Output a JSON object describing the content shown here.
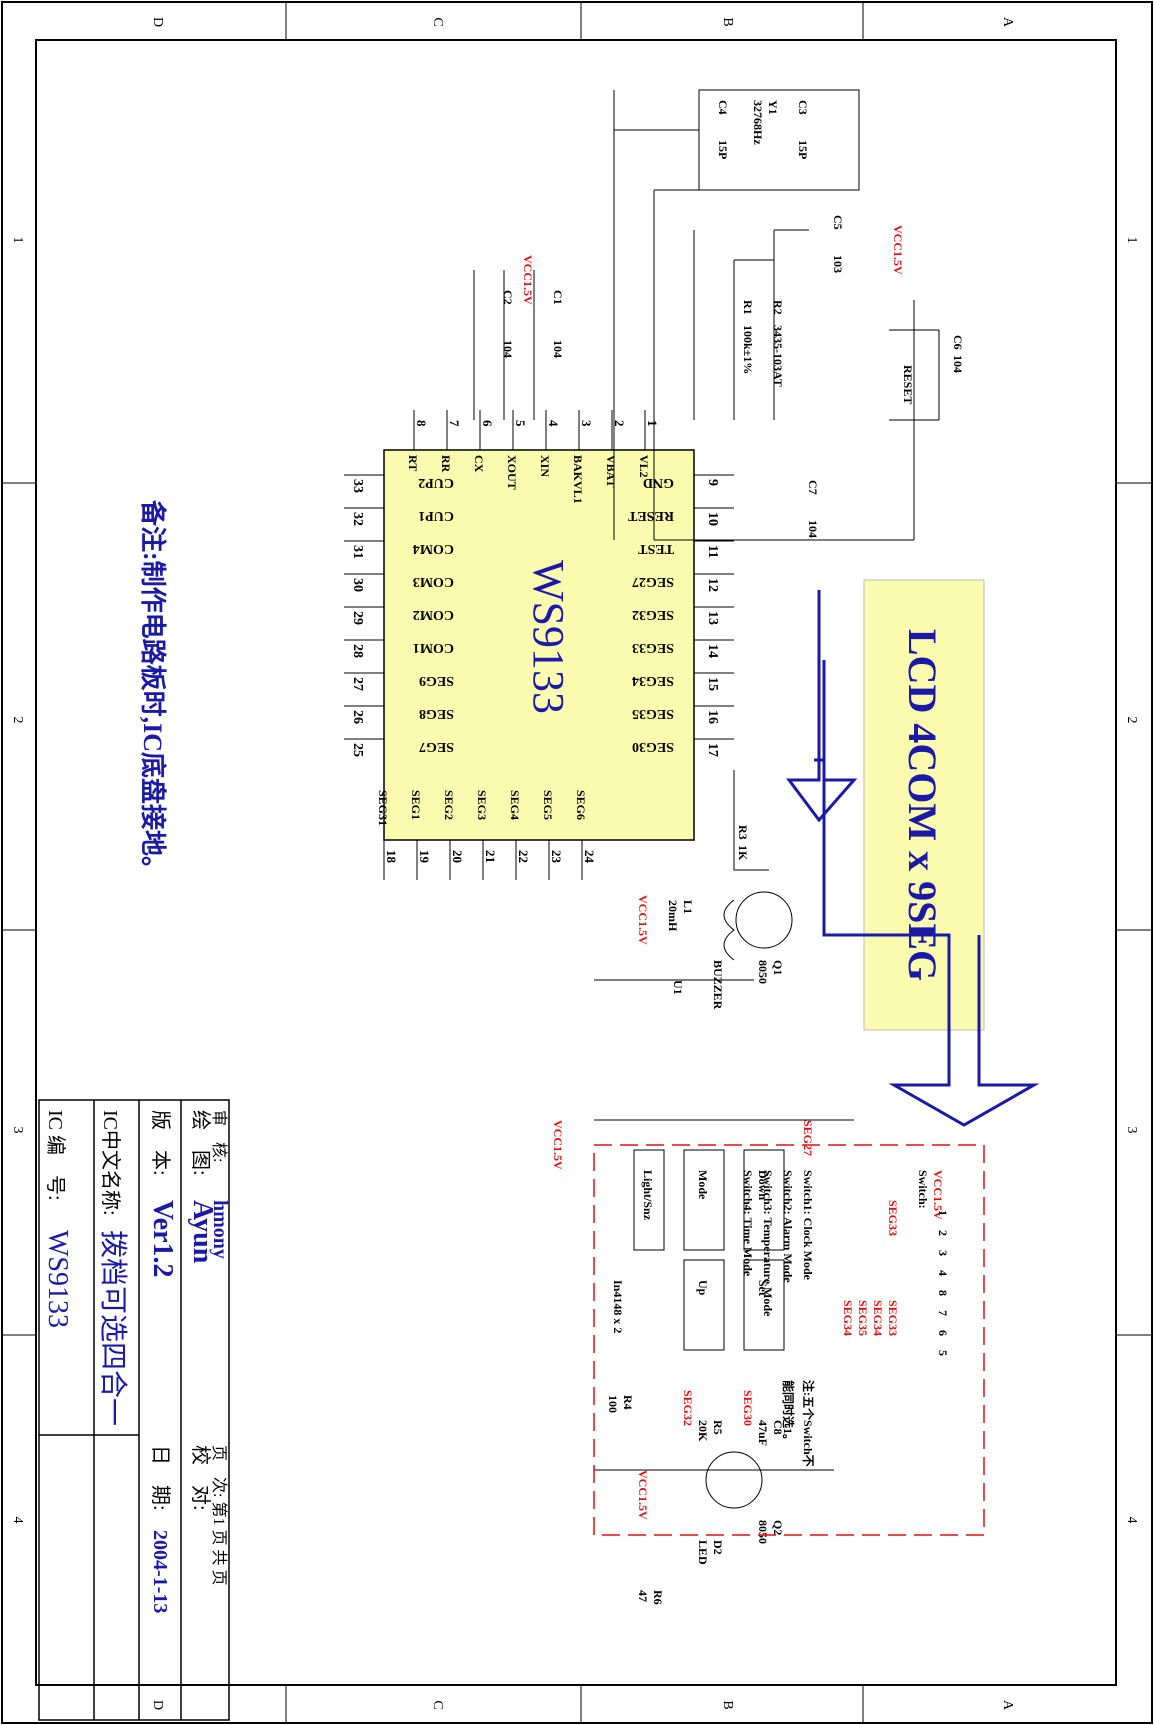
{
  "border": {
    "rows": [
      "A",
      "B",
      "C",
      "D"
    ],
    "cols": [
      "1",
      "2",
      "3",
      "4"
    ]
  },
  "ic": {
    "name": "WS9133",
    "left_pins": [
      {
        "num": "9",
        "name": "GND"
      },
      {
        "num": "10",
        "name": "RESET"
      },
      {
        "num": "11",
        "name": "TEST"
      },
      {
        "num": "12",
        "name": "SEG27"
      },
      {
        "num": "13",
        "name": "SEG32"
      },
      {
        "num": "14",
        "name": "SEG33"
      },
      {
        "num": "15",
        "name": "SEG34"
      },
      {
        "num": "16",
        "name": "SEG35"
      },
      {
        "num": "17",
        "name": "SEG30"
      }
    ],
    "right_pins": [
      {
        "num": "33",
        "name": "CUP2"
      },
      {
        "num": "32",
        "name": "CUP1"
      },
      {
        "num": "31",
        "name": "COM4"
      },
      {
        "num": "30",
        "name": "COM3"
      },
      {
        "num": "29",
        "name": "COM2"
      },
      {
        "num": "28",
        "name": "COM1"
      },
      {
        "num": "27",
        "name": "SEG9"
      },
      {
        "num": "26",
        "name": "SEG8"
      },
      {
        "num": "25",
        "name": "SEG7"
      }
    ],
    "top_pins": [
      {
        "num": "8",
        "name": "RT"
      },
      {
        "num": "7",
        "name": "RR"
      },
      {
        "num": "6",
        "name": "CX"
      },
      {
        "num": "5",
        "name": "XOUT"
      },
      {
        "num": "4",
        "name": "XIN"
      },
      {
        "num": "3",
        "name": "BAKVL1"
      },
      {
        "num": "2",
        "name": "VBAT"
      },
      {
        "num": "1",
        "name": "VL2"
      }
    ],
    "bottom_pins": [
      {
        "num": "18",
        "name": "SEG31"
      },
      {
        "num": "19",
        "name": "SEG1"
      },
      {
        "num": "20",
        "name": "SEG2"
      },
      {
        "num": "21",
        "name": "SEG3"
      },
      {
        "num": "22",
        "name": "SEG4"
      },
      {
        "num": "23",
        "name": "SEG5"
      },
      {
        "num": "24",
        "name": "SEG6"
      }
    ]
  },
  "lcd_label": "LCD 4COM x 9SEG",
  "components": {
    "y1": "Y1",
    "y1_val": "32768Hz",
    "c3": "C3",
    "c3_val": "15P",
    "c4": "C4",
    "c4_val": "15P",
    "c5": "C5",
    "c5_val": "103",
    "r1": "R1",
    "r1_val": "100k±1%",
    "r2": "R2",
    "r2_val": "3435-103AT",
    "c6": "C6",
    "c6_val": "104",
    "reset": "RESET",
    "c1": "C1",
    "c1_val": "104",
    "c2": "C2",
    "c2_val": "104",
    "c7": "C7",
    "c7_val": "104",
    "r3": "R3",
    "r3_val": "1K",
    "l1": "L1",
    "l1_val": "20mH",
    "q1": "Q1",
    "q1_val": "8050",
    "buzzer": "BUZZER",
    "u1": "U1",
    "r4": "R4",
    "r4_val": "100",
    "r5": "R5",
    "r5_val": "20K",
    "c8": "C8",
    "c8_val": "47uF",
    "q2": "Q2",
    "q2_val": "8050",
    "d2": "D2",
    "led": "LED",
    "r6": "R6",
    "r6_val": "47",
    "diodes": "In4148 x 2",
    "vcc": "VCC1.5V"
  },
  "buttons": {
    "down": "Down",
    "mode": "Mode",
    "set": "Set",
    "up": "Up",
    "light": "Light/Snz",
    "seg27": "SEG27",
    "seg30": "SEG30",
    "seg32": "SEG32"
  },
  "switch_box": {
    "title": "Switch:",
    "vcc": "VCC1.5V",
    "left_pins": [
      "1",
      "2",
      "3",
      "4"
    ],
    "right_pins": [
      "8",
      "7",
      "6",
      "5"
    ],
    "seg33_left": "SEG33",
    "seg33": "SEG33",
    "seg34a": "SEG34",
    "seg35": "SEG35",
    "seg34b": "SEG34",
    "modes": [
      "Switch1: Clock Mode",
      "Switch2: Alarm Mode",
      "Switch3: Temperature Mode",
      "Switch4: Time Mode"
    ],
    "note1": "注:五个Switch不",
    "note2": "能同时选1。"
  },
  "note": "备注:制作电路板时,IC底盘接地。",
  "title_block": {
    "ic_code_label": "IC 编　号:",
    "ic_code": "WS9133",
    "cn_name_label": "IC中文名称:",
    "cn_name": "拨档可选四合一",
    "version_label": "版　本:",
    "version": "Ver1.2",
    "date_label": "日　期:",
    "date": "2004-1-13",
    "drawn_label": "绘　图:",
    "drawn": "Ayun",
    "check_label": "校　对:",
    "review_label": "审　核:",
    "review": "hmony",
    "page_label": "页　次: 第1 页 共 页"
  },
  "colors": {
    "ink": "#1a1aa6",
    "red": "#e01010",
    "ic_fill": "#fbfbb0",
    "lcd_fill": "#fbfbb0",
    "black": "#000000"
  }
}
